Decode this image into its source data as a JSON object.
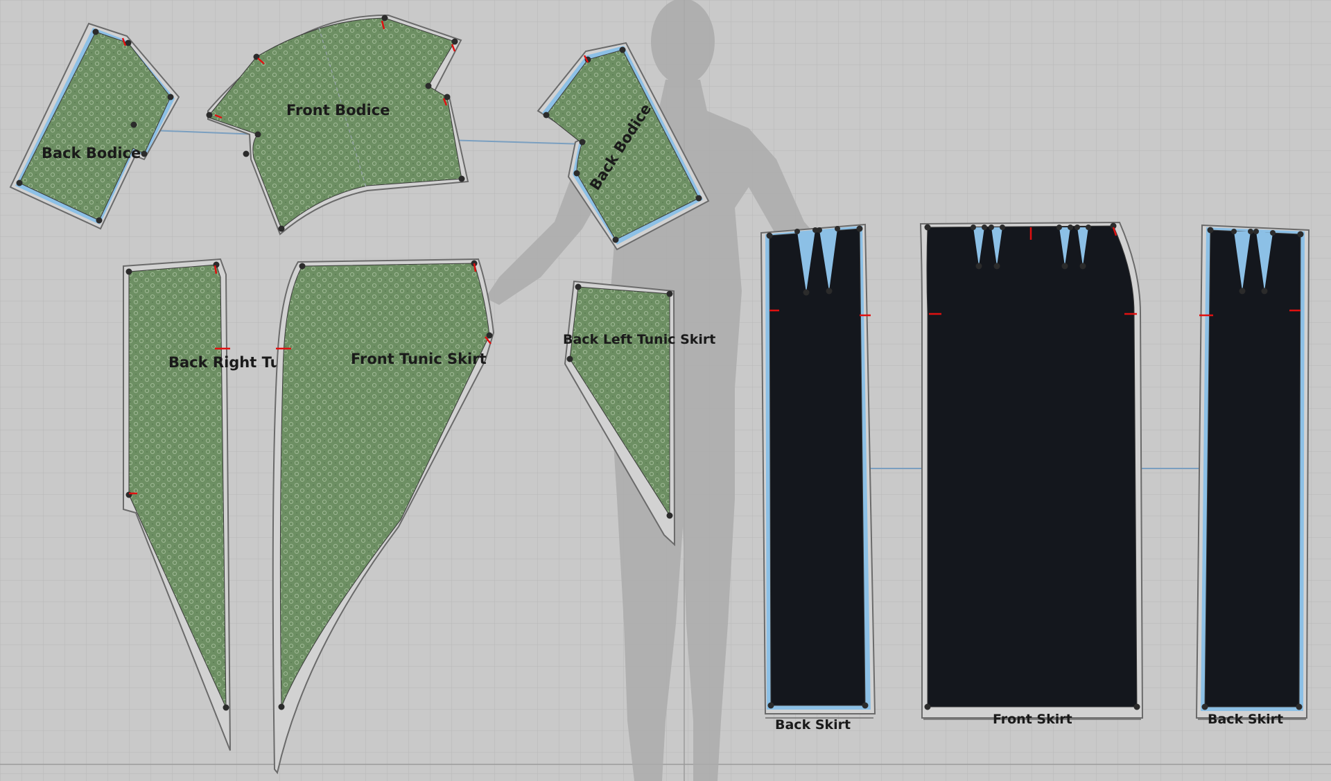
{
  "pattern_pieces": {
    "back_bodice_left": "Back Bodice",
    "front_bodice": "Front Bodice",
    "back_bodice_right": "Back Bodice",
    "back_right_tunic_skirt": "Back Right Tunic Skirt",
    "front_tunic_skirt": "Front Tunic Skirt",
    "back_left_tunic_skirt": "Back Left Tunic Skirt",
    "back_skirt_left": "Back Skirt",
    "front_skirt": "Front Skirt",
    "back_skirt_right": "Back Skirt"
  },
  "colors": {
    "canvas_background": "#c9c9c9",
    "grid_line": "#b8b8b8",
    "avatar_silhouette": "#ababab",
    "print_fabric": "#6d8f63",
    "dark_fabric": "#14171d",
    "seam_allowance": "#cfcfcf",
    "selected_outline": "#8cc0e6",
    "notch_marker": "#e01010",
    "point_marker": "#2b2b2b"
  }
}
